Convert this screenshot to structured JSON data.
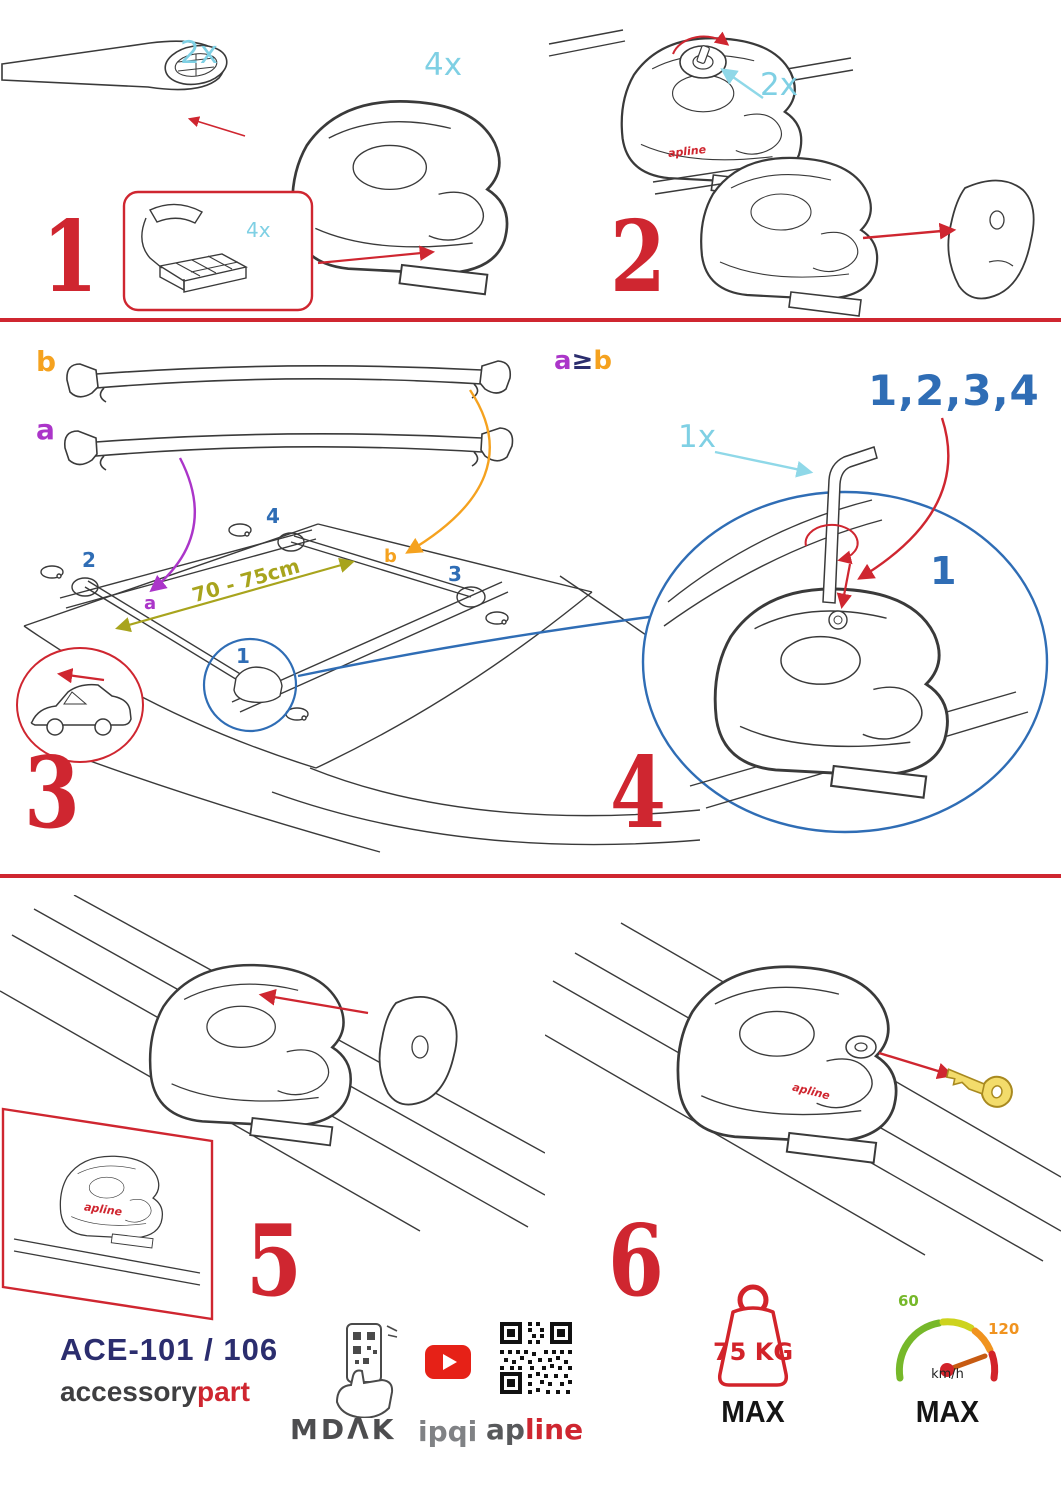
{
  "colors": {
    "accent_red": "#cf2630",
    "qty_cyan": "#7fd0e4",
    "position_blue": "#2f6db5",
    "label_orange": "#f5a21f",
    "label_purple": "#ab35c9",
    "dimension_olive": "#a8a41d",
    "model_navy": "#2b2d6e",
    "text_gray": "#58595b",
    "gauge_green": "#76b82a"
  },
  "step1": {
    "num": "1",
    "bar_qty": "2x",
    "foot_qty": "4x",
    "pad_qty": "4x"
  },
  "step2": {
    "num": "2",
    "lock_qty": "2x"
  },
  "step3": {
    "num": "3",
    "bar_b_label": "b",
    "bar_a_label": "a",
    "roof_positions": {
      "p1": "1",
      "p2": "2",
      "p3": "3",
      "p4": "4"
    },
    "roof_bar_a": "a",
    "roof_bar_b": "b",
    "distance": "70 - 75cm"
  },
  "step4": {
    "num": "4",
    "rule_a": "a",
    "rule_op": "≥",
    "rule_b": "b",
    "tool_qty": "1x",
    "tighten_sequence": "1,2,3,4",
    "first_position": "1"
  },
  "step5": {
    "num": "5"
  },
  "step6": {
    "num": "6"
  },
  "device_logo": "apline",
  "footer": {
    "model": "ACE-101 / 106",
    "brand": {
      "gray": "accessory",
      "red": "part"
    },
    "mdak": "MDΛK",
    "ipqi": "ipqi",
    "apline": {
      "gray": "ap",
      "red": "line"
    },
    "weight": {
      "value": "75 KG",
      "max": "MAX"
    },
    "speed": {
      "low": "60",
      "high": "120",
      "unit": "km/h",
      "max": "MAX"
    }
  },
  "icons": {
    "phone_qr": "phone-qr-scan-icon",
    "youtube": "youtube-icon",
    "qr": "qr-code",
    "weight": "weight-limit-icon",
    "speedometer": "speedometer-icon"
  }
}
